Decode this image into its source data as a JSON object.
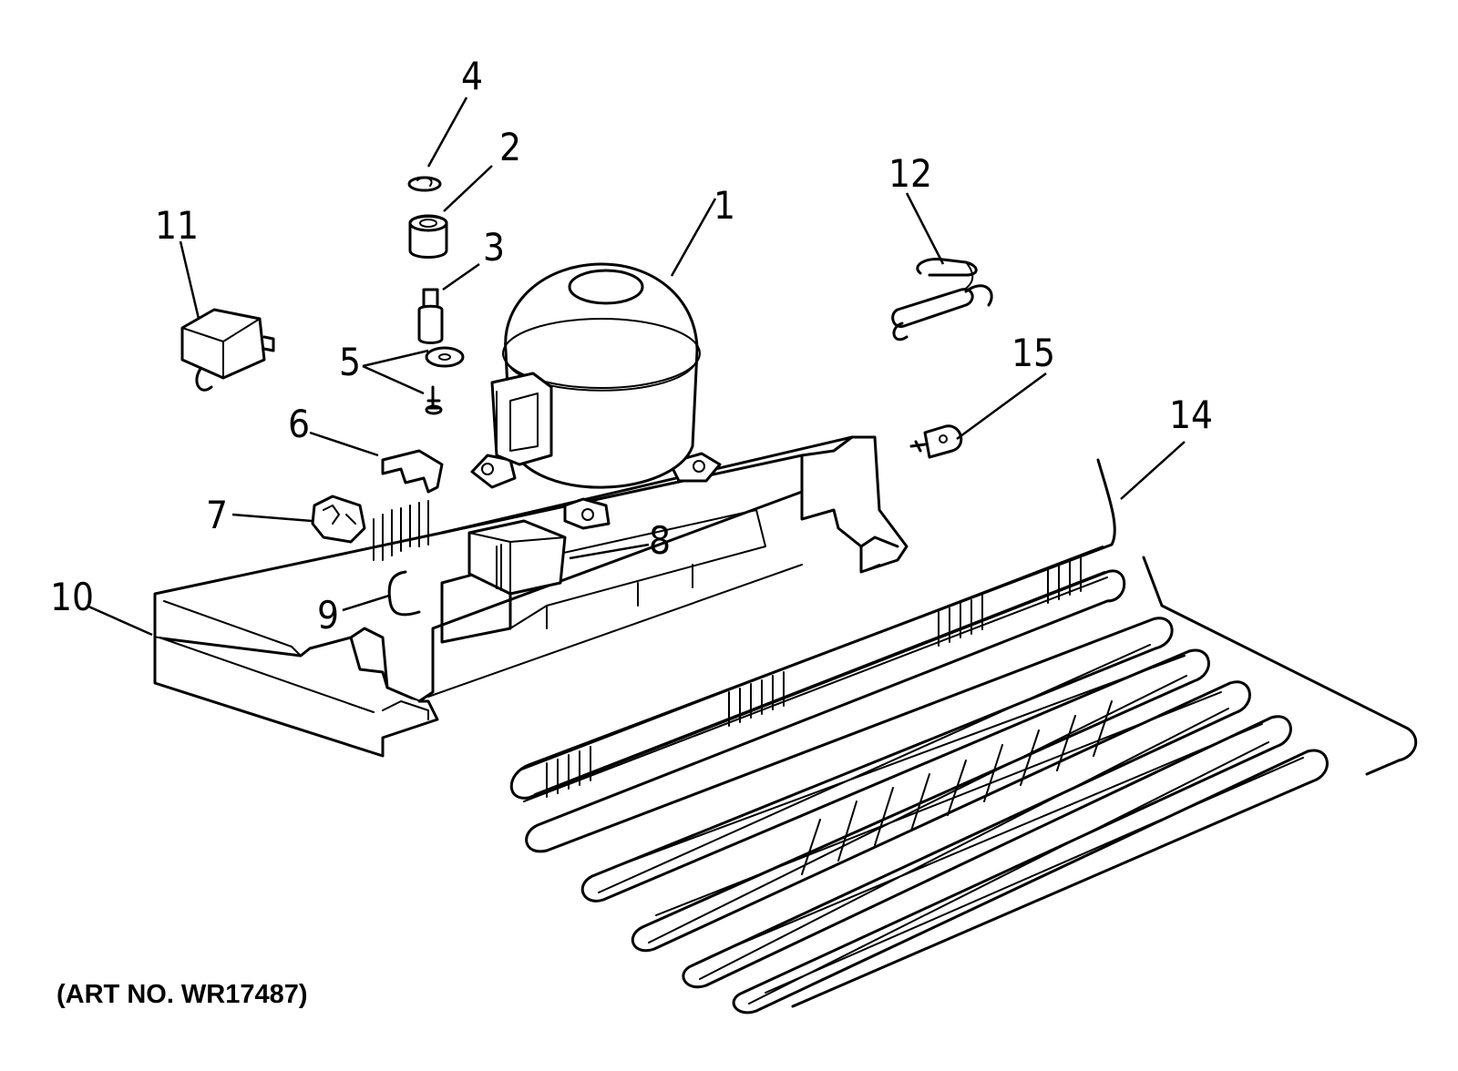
{
  "diagram": {
    "art_number": "(ART NO. WR17487)",
    "callouts": [
      {
        "id": "1",
        "label": "1"
      },
      {
        "id": "2",
        "label": "2"
      },
      {
        "id": "3",
        "label": "3"
      },
      {
        "id": "4",
        "label": "4"
      },
      {
        "id": "5",
        "label": "5"
      },
      {
        "id": "6",
        "label": "6"
      },
      {
        "id": "7",
        "label": "7"
      },
      {
        "id": "8",
        "label": "8"
      },
      {
        "id": "9",
        "label": "9"
      },
      {
        "id": "10",
        "label": "10"
      },
      {
        "id": "11",
        "label": "11"
      },
      {
        "id": "12",
        "label": "12"
      },
      {
        "id": "14",
        "label": "14"
      },
      {
        "id": "15",
        "label": "15"
      }
    ]
  },
  "colors": {
    "ink": "#000000",
    "paper": "#ffffff"
  }
}
